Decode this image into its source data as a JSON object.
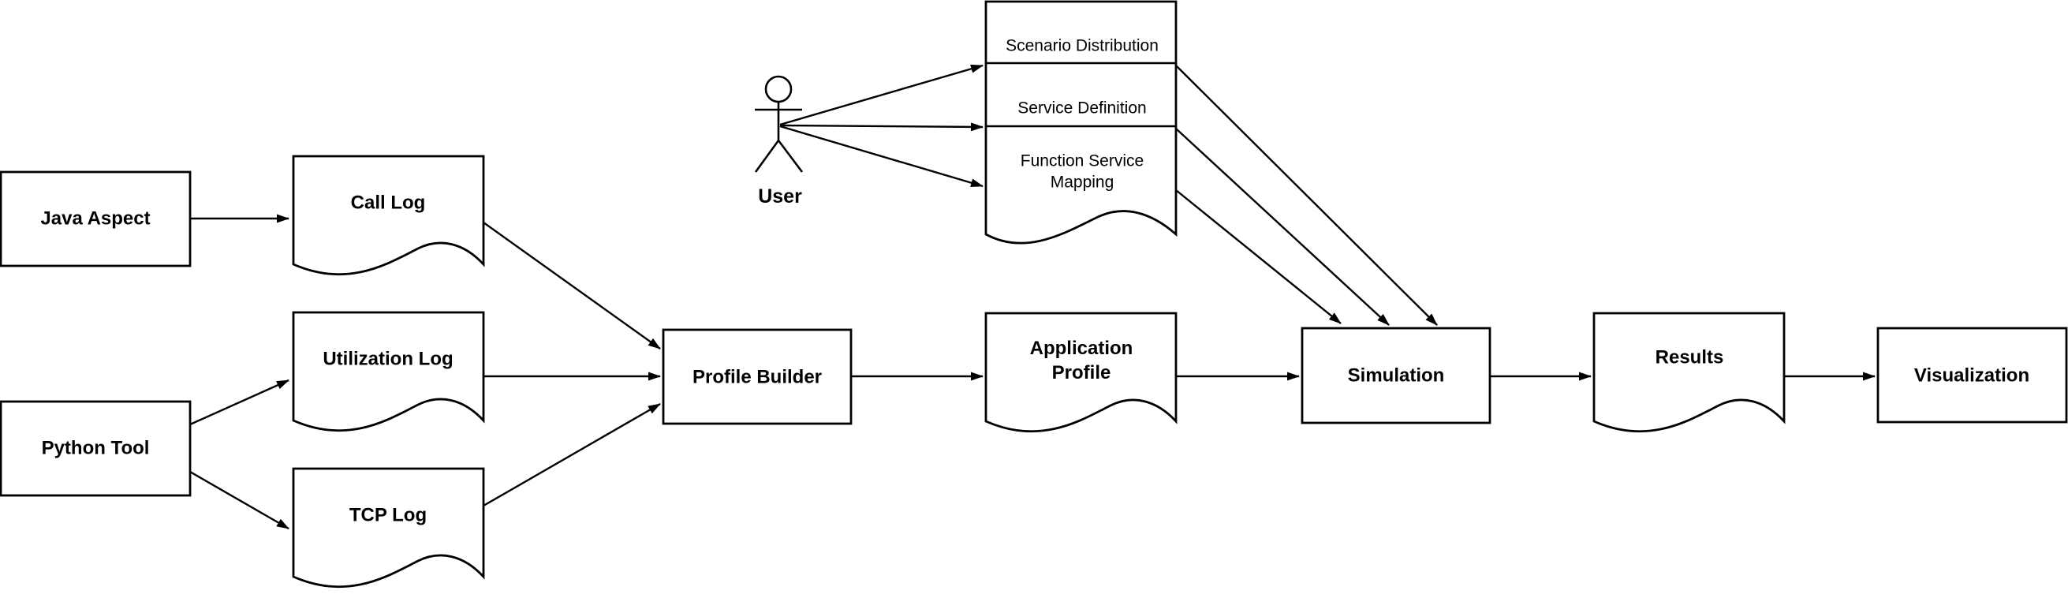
{
  "diagram": {
    "background_color": "#ffffff",
    "stroke_color": "#000000",
    "fill_color": "#ffffff",
    "nodes": {
      "java_aspect": {
        "label": "Java Aspect",
        "shape": "rectangle"
      },
      "call_log": {
        "label": "Call Log",
        "shape": "document"
      },
      "python_tool": {
        "label": "Python Tool",
        "shape": "rectangle"
      },
      "utilization_log": {
        "label": "Utilization Log",
        "shape": "document"
      },
      "tcp_log": {
        "label": "TCP Log",
        "shape": "document"
      },
      "profile_builder": {
        "label": "Profile Builder",
        "shape": "rectangle"
      },
      "application_profile": {
        "label": "Application Profile",
        "shape": "document"
      },
      "scenario_distribution": {
        "label": "Scenario Distribution",
        "shape": "document-section"
      },
      "service_definition": {
        "label": "Service Definition",
        "shape": "document-section"
      },
      "function_service_mapping": {
        "label": "Function Service Mapping",
        "shape": "document-section"
      },
      "user": {
        "label": "User",
        "shape": "actor"
      },
      "simulation": {
        "label": "Simulation",
        "shape": "rectangle"
      },
      "results": {
        "label": "Results",
        "shape": "document"
      },
      "visualization": {
        "label": "Visualization",
        "shape": "rectangle"
      }
    },
    "edges": [
      {
        "from": "Java Aspect",
        "to": "Call Log"
      },
      {
        "from": "Python Tool",
        "to": "Utilization Log"
      },
      {
        "from": "Python Tool",
        "to": "TCP Log"
      },
      {
        "from": "Call Log",
        "to": "Profile Builder"
      },
      {
        "from": "Utilization Log",
        "to": "Profile Builder"
      },
      {
        "from": "TCP Log",
        "to": "Profile Builder"
      },
      {
        "from": "Profile Builder",
        "to": "Application Profile"
      },
      {
        "from": "Application Profile",
        "to": "Simulation"
      },
      {
        "from": "User",
        "to": "Scenario Distribution"
      },
      {
        "from": "User",
        "to": "Service Definition"
      },
      {
        "from": "User",
        "to": "Function Service Mapping"
      },
      {
        "from": "Scenario Distribution",
        "to": "Simulation"
      },
      {
        "from": "Service Definition",
        "to": "Simulation"
      },
      {
        "from": "Function Service Mapping",
        "to": "Simulation"
      },
      {
        "from": "Simulation",
        "to": "Results"
      },
      {
        "from": "Results",
        "to": "Visualization"
      }
    ]
  }
}
